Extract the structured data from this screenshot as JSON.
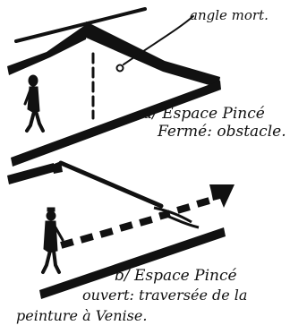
{
  "panel_a": {
    "annotation": "angle mort.",
    "caption_line1": "a/ Espace Pincé",
    "caption_line2": "Fermé: obstacle."
  },
  "panel_b": {
    "caption_line1": "b/ Espace Pincé",
    "caption_line2": "ouvert: traversée de la",
    "caption_line3": "peinture à Venise."
  },
  "colors": {
    "ink": "#111111",
    "paper": "#ffffff"
  }
}
